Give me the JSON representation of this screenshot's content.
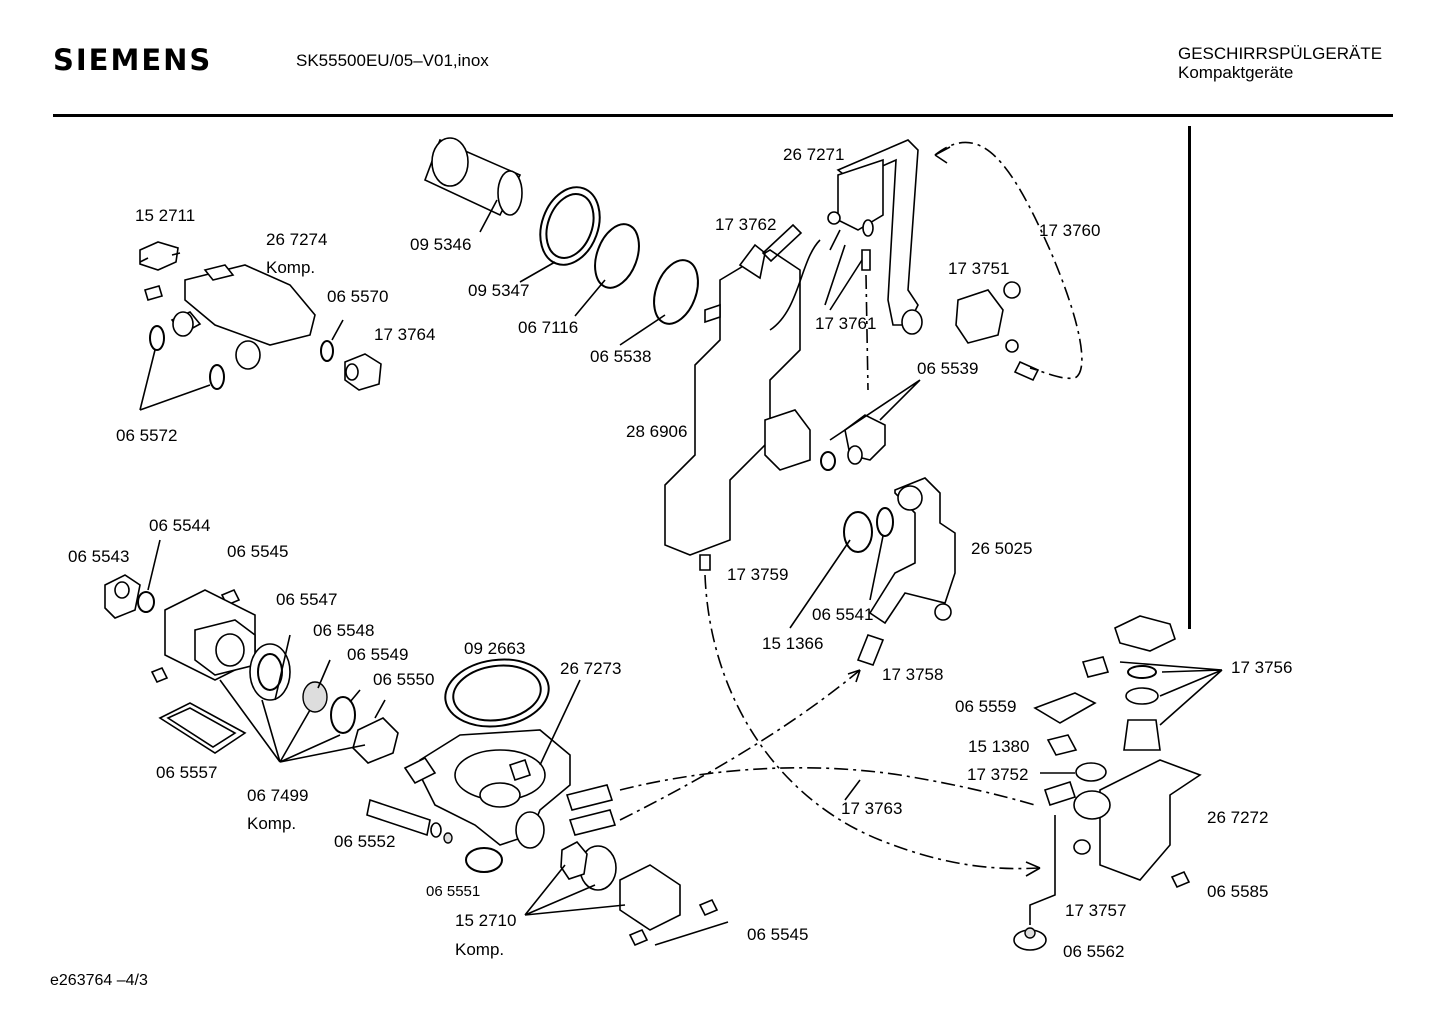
{
  "header": {
    "brand": "SIEMENS",
    "model": "SK55500EU/05–V01,inox",
    "category": "GESCHIRRSPÜLGERÄTE",
    "subcategory": "Kompaktgeräte"
  },
  "footer": {
    "code": "e263764  –4/3"
  },
  "labels": {
    "p152711": "15 2711",
    "p267274": "26 7274",
    "p267274_komp": "Komp.",
    "p065570": "06 5570",
    "p173764": "17 3764",
    "p065572": "06 5572",
    "p095346": "09 5346",
    "p095347": "09 5347",
    "p067116": "06 7116",
    "p065538": "06 5538",
    "p267271": "26 7271",
    "p173762": "17 3762",
    "p173760": "17 3760",
    "p173751": "17 3751",
    "p173761": "17 3761",
    "p065539": "06 5539",
    "p286906": "28 6906",
    "p065544": "06 5544",
    "p065543": "06 5543",
    "p065545a": "06 5545",
    "p065547": "06 5547",
    "p065548": "06 5548",
    "p065549": "06 5549",
    "p065550": "06 5550",
    "p092663": "09 2663",
    "p267273": "26 7273",
    "p065557": "06 5557",
    "p067499": "06 7499",
    "p067499_komp": "Komp.",
    "p065552": "06 5552",
    "p065551": "06 5551",
    "p152710": "15 2710",
    "p152710_komp": "Komp.",
    "p065545b": "06 5545",
    "p173759": "17 3759",
    "p265025": "26 5025",
    "p065541": "06 5541",
    "p151366": "15 1366",
    "p173758": "17 3758",
    "p173756": "17 3756",
    "p065559": "06 5559",
    "p151380": "15 1380",
    "p173752": "17 3752",
    "p173763": "17 3763",
    "p267272": "26 7272",
    "p065585": "06 5585",
    "p173757": "17 3757",
    "p065562": "06 5562"
  }
}
